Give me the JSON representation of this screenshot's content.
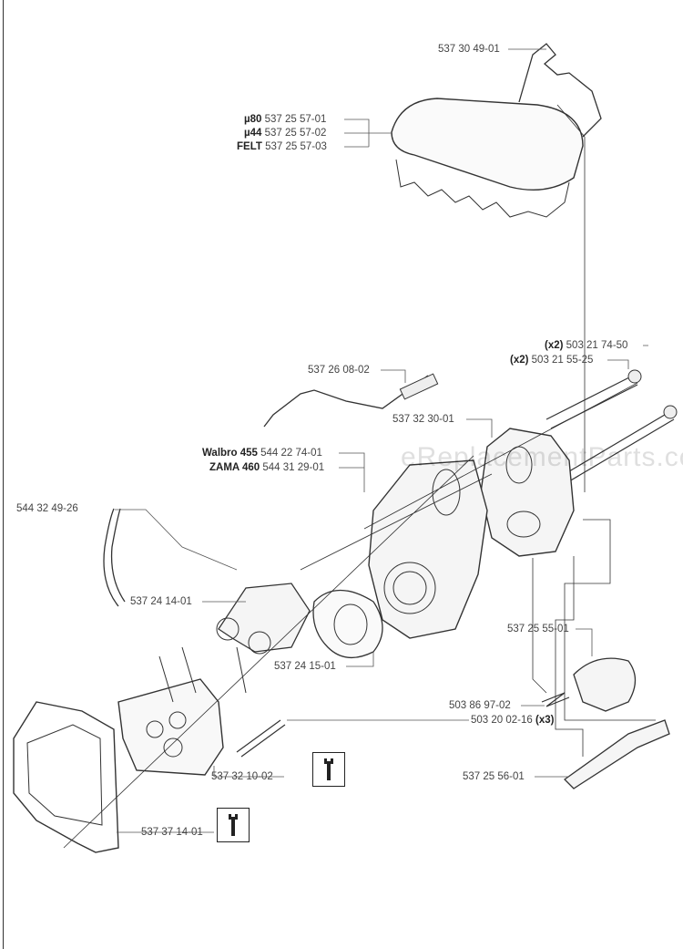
{
  "watermark": "eReplacementParts.com",
  "parts": {
    "wire_clip": "537 30 49-01",
    "filter_u80": {
      "prefix": "µ80",
      "number": "537 25 57-01"
    },
    "filter_u44": {
      "prefix": "µ44",
      "number": "537 25 57-02"
    },
    "filter_felt": {
      "prefix": "FELT",
      "number": "537 25 57-03"
    },
    "bolt_long": {
      "qty": "(x2)",
      "number": "503 21 74-50"
    },
    "bolt_short": {
      "qty": "(x2)",
      "number": "503 21 55-25"
    },
    "choke_rod": "537 26 08-02",
    "carb_housing": "537 32 30-01",
    "carb_walbro": {
      "prefix": "Walbro 455",
      "number": "544 22 74-01"
    },
    "carb_zama": {
      "prefix": "ZAMA 460",
      "number": "544 31 29-01"
    },
    "fuel_hose": "544 32 49-26",
    "intake_elbow": "537 24 14-01",
    "gasket": "537 24 15-01",
    "throttle_trigger": "537 25 55-01",
    "spring": "503 86 97-02",
    "screw": {
      "number": "503 20 02-16",
      "qty": "(x3)"
    },
    "intake_manifold": "537 32 10-02",
    "throttle_rod": "537 25 56-01",
    "heat_shield": "537 37 14-01"
  },
  "icons": {
    "tool_1": "wrench-icon",
    "tool_2": "wrench-icon"
  }
}
